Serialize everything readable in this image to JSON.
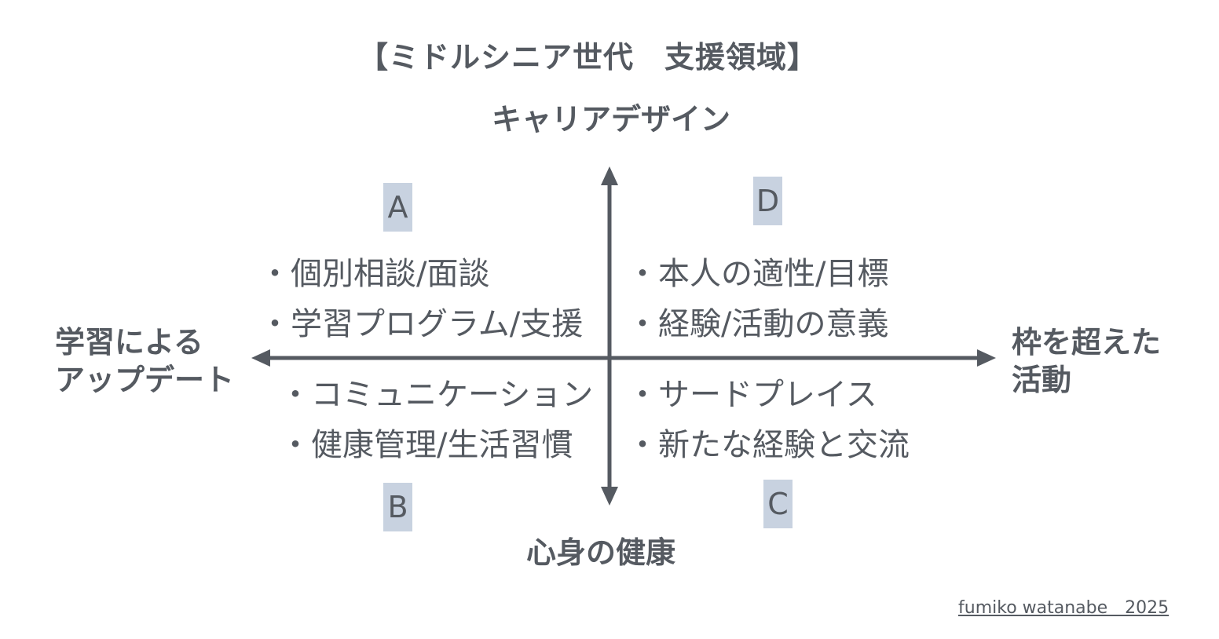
{
  "title": "【ミドルシニア世代　支援領域】",
  "axes": {
    "top": "キャリアデザイン",
    "bottom": "心身の健康",
    "left": [
      "学習による",
      "アップデート"
    ],
    "right": [
      "枠を超えた",
      "活動"
    ]
  },
  "quadrants": {
    "A": {
      "label": "A",
      "items": [
        "・個別相談/面談",
        "・学習プログラム/支援"
      ]
    },
    "B": {
      "label": "B",
      "items": [
        "・コミュニケーション",
        "・健康管理/生活習慣"
      ]
    },
    "C": {
      "label": "C",
      "items": [
        "・サードプレイス",
        "・新たな経験と交流"
      ]
    },
    "D": {
      "label": "D",
      "items": [
        "・本人の適性/目標",
        "・経験/活動の意義"
      ]
    }
  },
  "credit": "fumiko watanabe　2025",
  "colors": {
    "text": "#555a61",
    "axis": "#555a61",
    "badge": "#c8d2e0"
  }
}
